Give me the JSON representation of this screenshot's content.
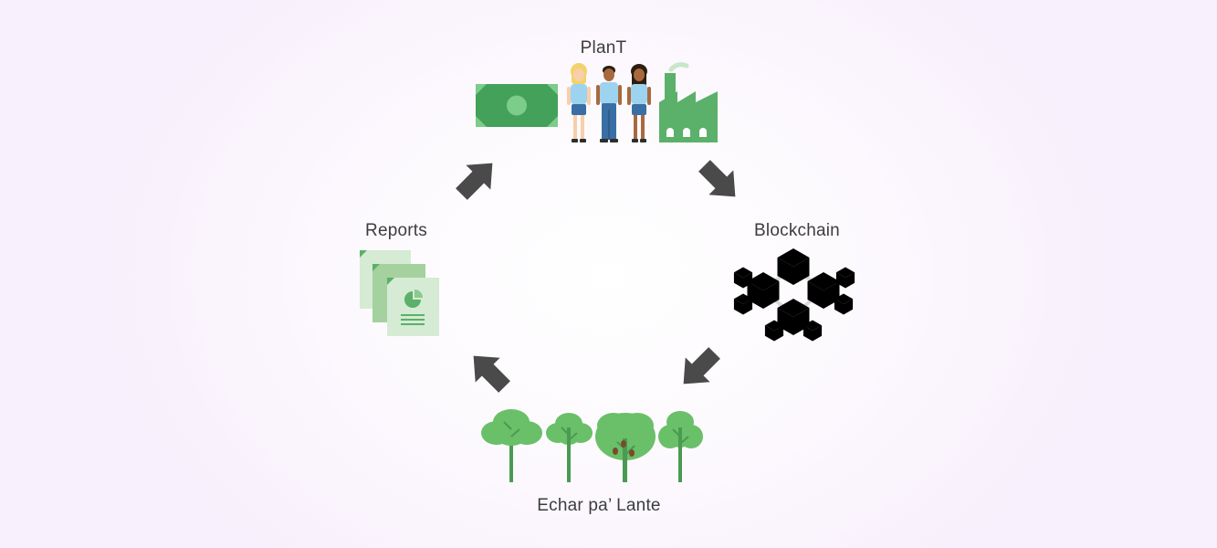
{
  "nodes": {
    "top": {
      "label": "PlanT",
      "icons": [
        "banknote-icon",
        "people-icon",
        "factory-icon"
      ]
    },
    "right": {
      "label": "Blockchain",
      "icons": [
        "blockchain-cubes-icon"
      ]
    },
    "bottom": {
      "label": "Echar pa’ Lante",
      "icons": [
        "trees-icon"
      ]
    },
    "left": {
      "label": "Reports",
      "icons": [
        "report-documents-icon"
      ]
    }
  },
  "cycle_order": [
    "PlanT",
    "Blockchain",
    "Echar pa’ Lante",
    "Reports"
  ],
  "colors": {
    "arrow": "#4a4a4a",
    "money_green": "#4caf64",
    "tree_green": "#6abf69",
    "report_green": "#a5d6a7",
    "cube_colors": [
      "#f9c31a",
      "#98e32f",
      "#3aa1ec",
      "#ee3d8c",
      "#a54ee0"
    ]
  }
}
